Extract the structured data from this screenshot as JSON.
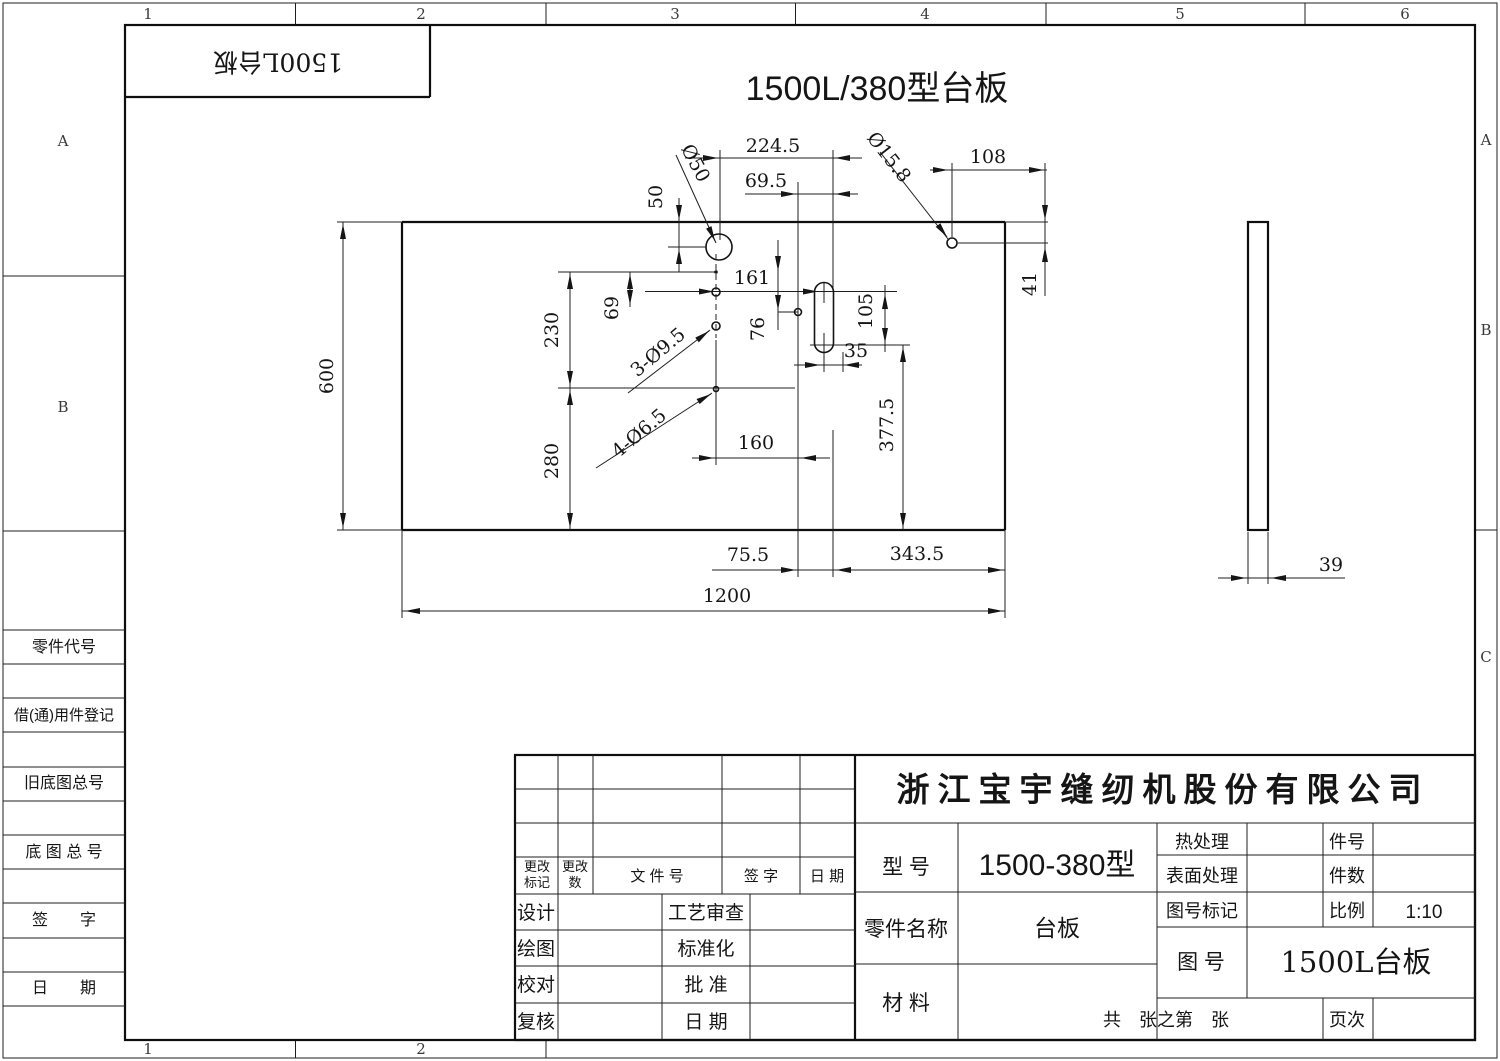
{
  "title": "1500L/380型台板",
  "corner_stamp": "1500L台板",
  "zones": {
    "top": [
      "1",
      "2",
      "3",
      "4",
      "5",
      "6"
    ],
    "bottom": [
      "1",
      "2"
    ],
    "left": [
      "A",
      "B"
    ],
    "right": [
      "A",
      "B",
      "C"
    ]
  },
  "margin_labels": [
    "零件代号",
    "借(通)用件登记",
    "旧底图总号",
    "底 图 总 号",
    "签　　字",
    "日　　期"
  ],
  "dims": {
    "d224_5": "224.5",
    "d69_5": "69.5",
    "d50": "50",
    "phi50": "Ø50",
    "phi15_8": "Ø15.8",
    "d108": "108",
    "d41": "41",
    "d161": "161",
    "d76": "76",
    "d105": "105",
    "d69": "69",
    "d230": "230",
    "d35": "35",
    "d600": "600",
    "h3": "3-Ø9.5",
    "d377_5": "377.5",
    "h4": "4-Ø6.5",
    "d280": "280",
    "d160": "160",
    "d75_5": "75.5",
    "d343_5": "343.5",
    "d1200": "1200",
    "d39": "39"
  },
  "revision": {
    "mark_l1": "更改",
    "mark_l2": "标记",
    "count_l1": "更改",
    "count_l2": "数",
    "file": "文 件 号",
    "sign": "签 字",
    "date": "日 期"
  },
  "signoff": {
    "design": "设计",
    "process": "工艺审查",
    "draw": "绘图",
    "standard": "标准化",
    "check": "校对",
    "approve": "批  准",
    "review": "复核",
    "date": "日  期"
  },
  "title_block": {
    "company": "浙江宝宇缝纫机股份有限公司",
    "model_label": "型 号",
    "model": "1500-380型",
    "heat_label": "热处理",
    "surface_label": "表面处理",
    "part_no_label": "件号",
    "qty_label": "件数",
    "mark_label": "图号标记",
    "scale_label": "比例",
    "scale": "1:10",
    "part_name_label": "零件名称",
    "part_name": "台板",
    "material_label": "材 料",
    "dwg_label": "图 号",
    "dwg_no": "1500L台板",
    "sheet_note": "共　张之第　张",
    "page_label": "页次"
  }
}
